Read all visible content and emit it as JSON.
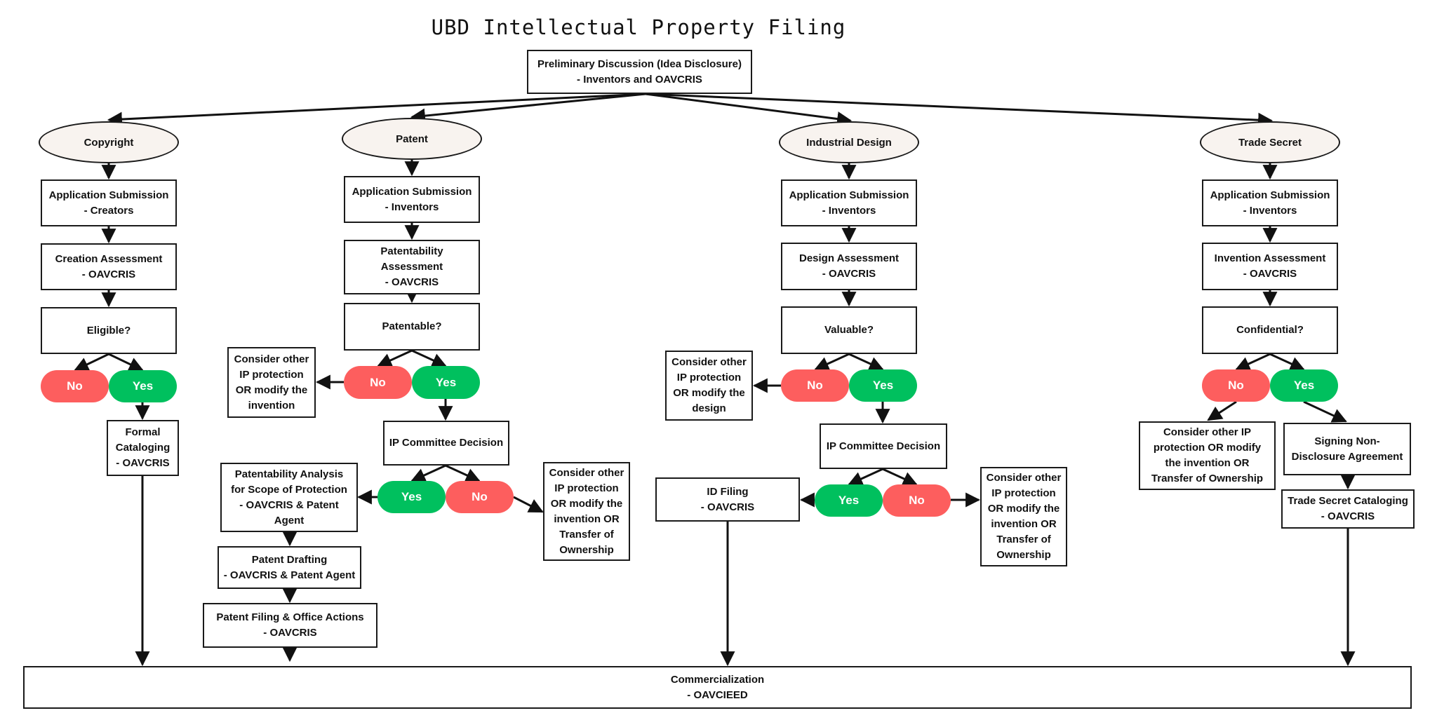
{
  "title": "UBD Intellectual Property Filing",
  "colors": {
    "no": "#fd5e5e",
    "yes": "#00c05e",
    "oval_fill": "#f8f3ef",
    "line": "#111111"
  },
  "root": "Preliminary Discussion (Idea Disclosure)\n- Inventors and OAVCRIS",
  "copyright": {
    "label": "Copyright",
    "submission": "Application Submission\n- Creators",
    "assessment": "Creation Assessment\n- OAVCRIS",
    "question": "Eligible?",
    "no": "No",
    "yes": "Yes",
    "cataloging": "Formal\nCataloging\n- OAVCRIS"
  },
  "patent": {
    "label": "Patent",
    "submission": "Application Submission\n- Inventors",
    "assessment": "Patentability\nAssessment\n- OAVCRIS",
    "question": "Patentable?",
    "no": "No",
    "yes": "Yes",
    "other": "Consider other\nIP protection\nOR modify the\ninvention",
    "committee": "IP Committee Decision",
    "yes2": "Yes",
    "no2": "No",
    "other2": "Consider other\nIP protection\nOR modify the\ninvention OR\nTransfer of\nOwnership",
    "analysis": "Patentability Analysis\nfor Scope of Protection\n- OAVCRIS & Patent\nAgent",
    "drafting": "Patent Drafting\n- OAVCRIS & Patent Agent",
    "filing": "Patent Filing & Office Actions\n- OAVCRIS"
  },
  "industrial_design": {
    "label": "Industrial Design",
    "submission": "Application Submission\n- Inventors",
    "assessment": "Design Assessment\n- OAVCRIS",
    "question": "Valuable?",
    "no": "No",
    "yes": "Yes",
    "other": "Consider other\nIP protection\nOR modify the\ndesign",
    "committee": "IP Committee Decision",
    "yes2": "Yes",
    "no2": "No",
    "other2": "Consider other\nIP protection\nOR modify the\ninvention OR\nTransfer of\nOwnership",
    "filing": "ID Filing\n- OAVCRIS"
  },
  "trade_secret": {
    "label": "Trade Secret",
    "submission": "Application Submission\n- Inventors",
    "assessment": "Invention Assessment\n- OAVCRIS",
    "question": "Confidential?",
    "no": "No",
    "yes": "Yes",
    "other": "Consider other IP\nprotection OR modify\nthe invention OR\nTransfer of Ownership",
    "nda": "Signing Non-\nDisclosure Agreement",
    "cataloging": "Trade Secret Cataloging\n- OAVCRIS"
  },
  "commercialization": "Commercialization\n- OAVCIEED"
}
